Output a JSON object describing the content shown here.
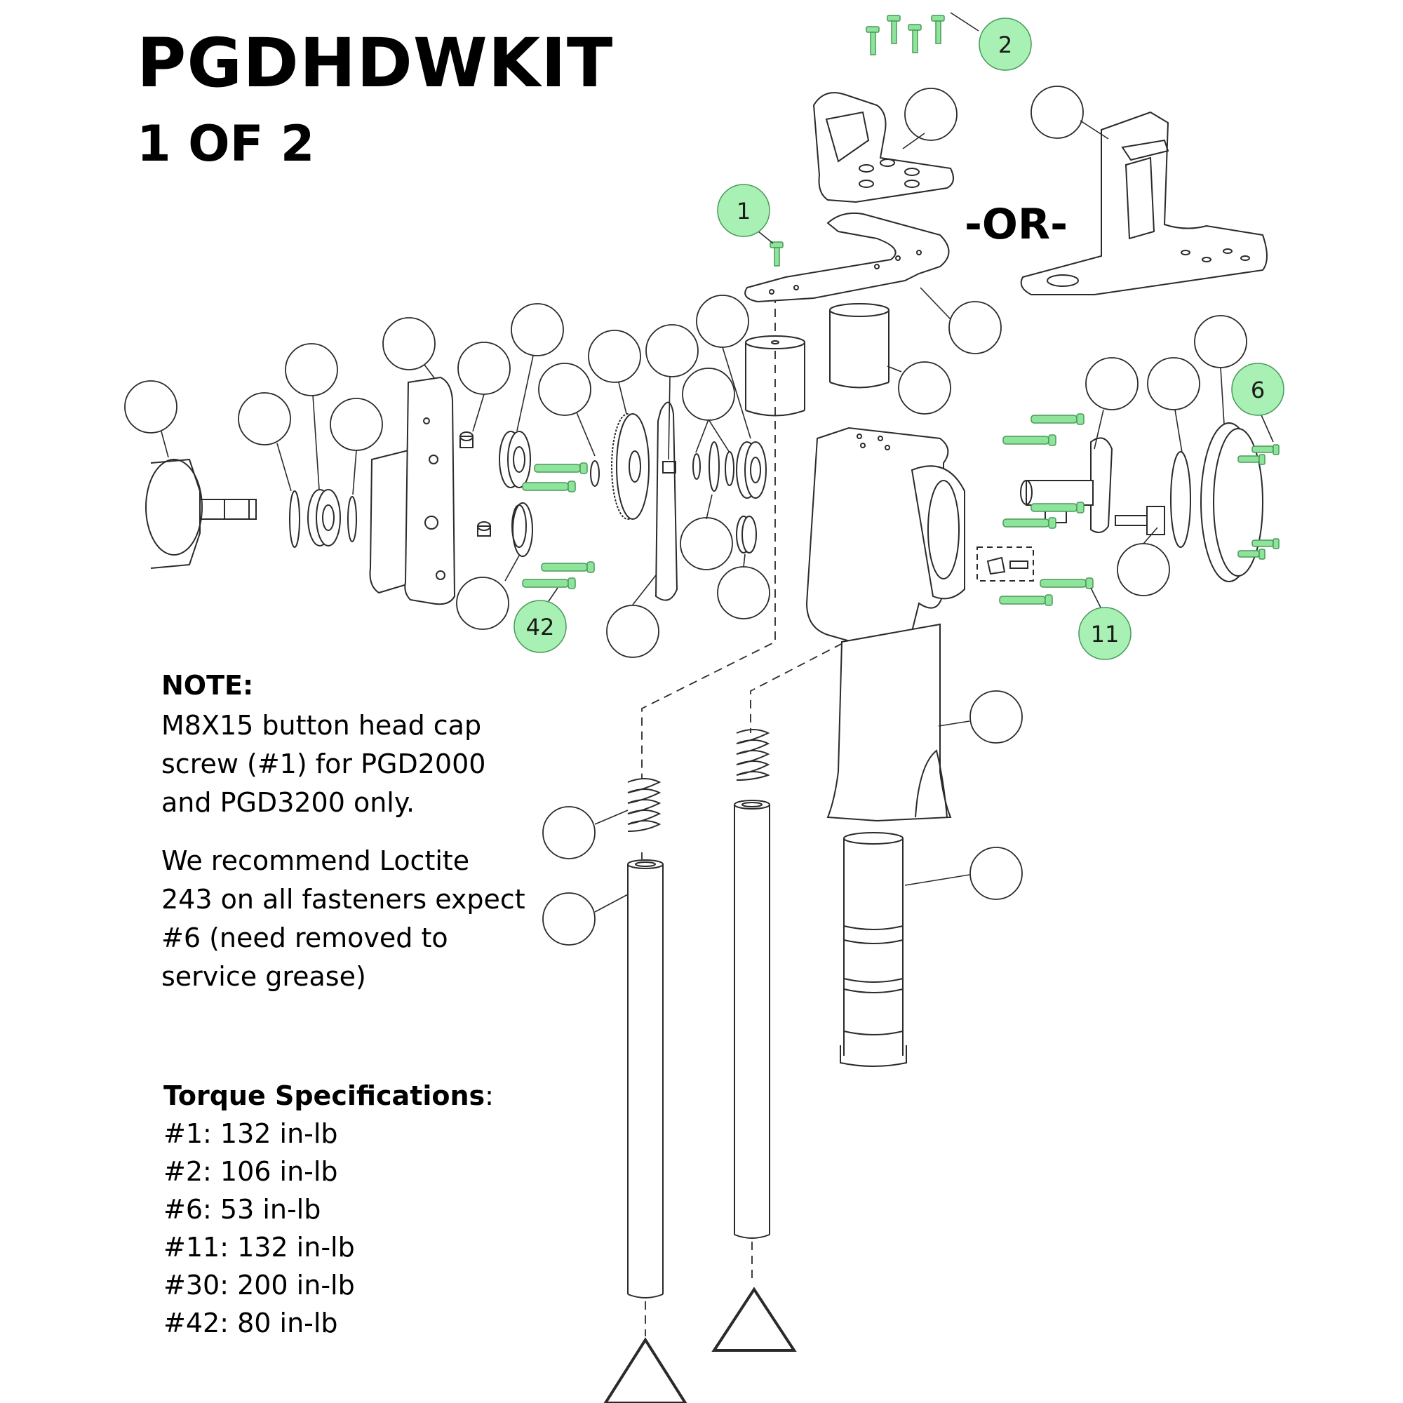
{
  "title": "PGDHDWKIT",
  "subtitle": "1 OF 2",
  "or_label": "-OR-",
  "note": {
    "heading": "NOTE:",
    "paragraph_1": "M8X15 button head cap screw (#1) for PGD2000 and PGD3200 only.",
    "paragraph_2": "We recommend Loctite 243 on all fasteners expect #6 (need removed to service grease)"
  },
  "torque": {
    "heading": "Torque Specifications",
    "heading_suffix": ":",
    "items": [
      "#1: 132 in-lb",
      "#2: 106 in-lb",
      "#6: 53 in-lb",
      "#11: 132 in-lb",
      "#30: 200 in-lb",
      "#42: 80 in-lb"
    ]
  },
  "callouts": [
    "1",
    "2",
    "6",
    "11",
    "42"
  ],
  "colors": {
    "callout_fill": "#a8f0b4",
    "callout_stroke": "#4a9a5a",
    "fastener_fill": "#8fe49c",
    "line": "#2a2a2a"
  }
}
